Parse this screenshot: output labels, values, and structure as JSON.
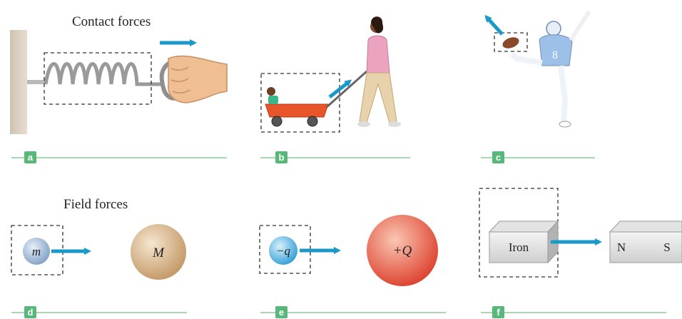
{
  "headings": {
    "contact": "Contact forces",
    "field": "Field forces"
  },
  "panels": [
    {
      "letter": "a"
    },
    {
      "letter": "b"
    },
    {
      "letter": "c"
    },
    {
      "letter": "d"
    },
    {
      "letter": "e"
    },
    {
      "letter": "f"
    }
  ],
  "labels": {
    "mass_small": "m",
    "mass_large": "M",
    "charge_neg": "−q",
    "charge_pos": "+Q",
    "iron": "Iron",
    "north": "N",
    "south": "S",
    "jersey_number": "8"
  },
  "colors": {
    "arrow": "#1a98c8",
    "panel_line": "#a9d8b0",
    "badge": "#58b87a",
    "wagon": "#e8552a",
    "shirt": "#eba3c0",
    "uniform": "#9cc0e8",
    "charge_neg": "#5ab8e6",
    "charge_pos": "#e8553c",
    "mass_small": "#9ab6d8",
    "mass_large": "#d9b07e"
  }
}
